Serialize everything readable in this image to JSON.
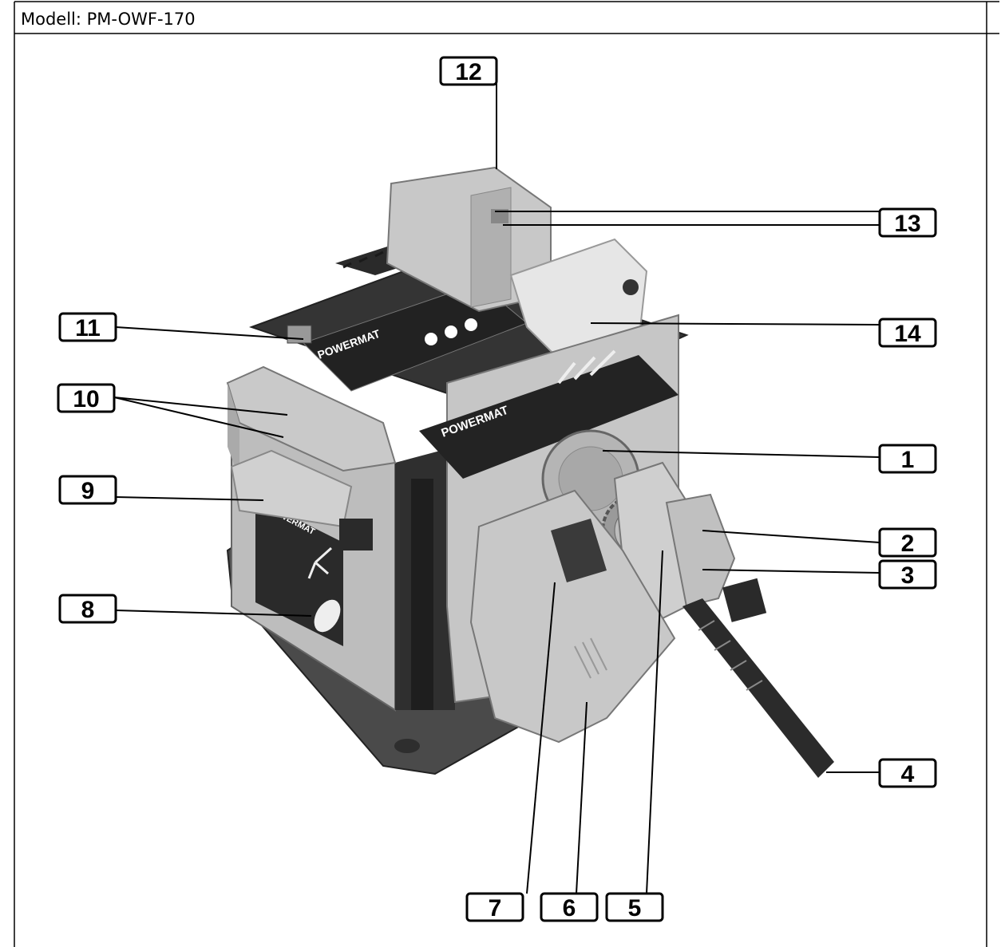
{
  "header": {
    "model_label": "Modell: PM-OWF-170"
  },
  "callouts": [
    {
      "number": "12"
    },
    {
      "number": "13"
    },
    {
      "number": "11"
    },
    {
      "number": "14"
    },
    {
      "number": "10"
    },
    {
      "number": "1"
    },
    {
      "number": "9"
    },
    {
      "number": "2"
    },
    {
      "number": "3"
    },
    {
      "number": "8"
    },
    {
      "number": "4"
    },
    {
      "number": "7"
    },
    {
      "number": "6"
    },
    {
      "number": "5"
    }
  ],
  "product_labels": {
    "brand_top": "POWERMAT",
    "brand_front": "POWERMAT",
    "brand_side": "POWERMAT"
  },
  "colors": {
    "body": "#c8c8c8",
    "dark": "#3a3a3a",
    "base": "#4a4a4a",
    "line": "#000000"
  }
}
